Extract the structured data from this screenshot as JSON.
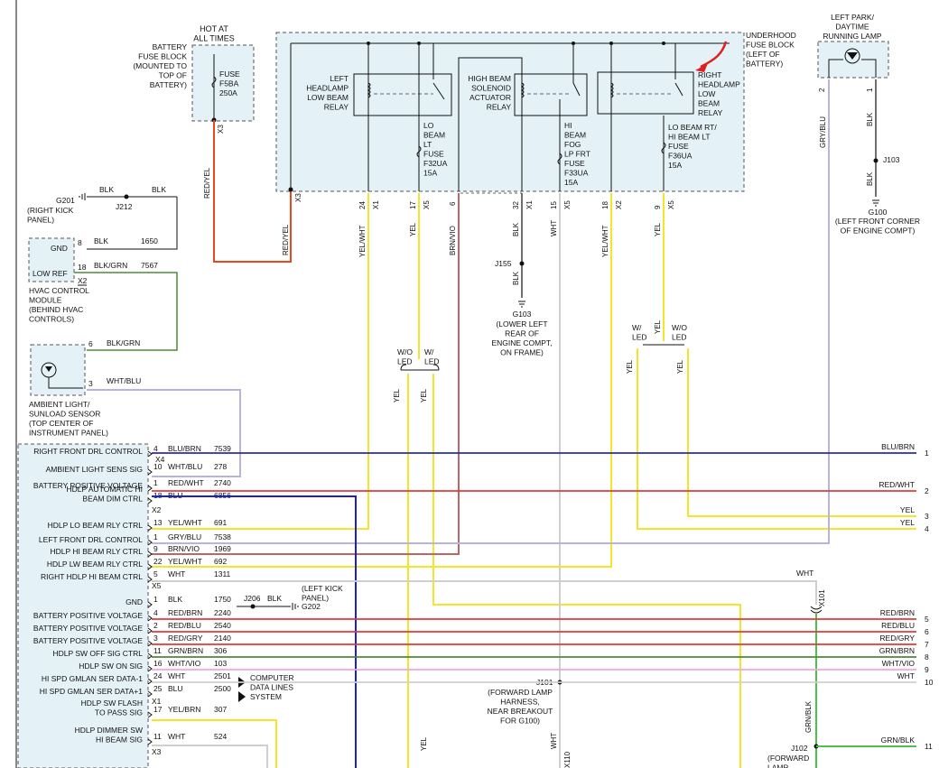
{
  "colors": {
    "red_yel": "#e8481c",
    "yel": "#f2e52a",
    "blu_brn": "#2b2bb0",
    "red_wht": "#e23a3a",
    "blu": "#1e1ecf",
    "gry_blu": "#b8b4dc",
    "brn_vio": "#b86868",
    "wht": "#cfcfcf",
    "blk_grn": "#4e8a38",
    "grn_brn": "#4e8a38",
    "wht_vio": "#f0a6dd",
    "grn_blk": "#4ec04e",
    "box_fill": "#e4f2f8",
    "annotation_arrow": "#e0201e"
  },
  "battery_block": {
    "hot": "HOT AT\nALL TIMES",
    "title": "BATTERY\nFUSE BLOCK\n(MOUNTED TO\nTOP OF\nBATTERY)",
    "fuse": "FUSE\nF5BA\n250A",
    "conn": "X3"
  },
  "underhood": {
    "title": "UNDERHOOD\nFUSE BLOCK\n(LEFT OF\nBATTERY)",
    "relay1": "LEFT\nHEADLAMP\nLOW BEAM\nRELAY",
    "relay2": "HIGH BEAM\nSOLENOID\nACTUATOR\nRELAY",
    "relay3": "RIGHT\nHEADLAMP\nLOW\nBEAM\nRELAY",
    "fuse1": "LO\nBEAM\nLT\nFUSE\nF32UA\n15A",
    "fuse2": "HI\nBEAM\nFOG\nLP FRT\nFUSE\nF33UA\n15A",
    "fuse3": "LO BEAM RT/\nHI BEAM LT\nFUSE\nF36UA\n15A",
    "conn_x3": "X3",
    "pins": [
      {
        "num": "24",
        "conn": "X1"
      },
      {
        "num": "17",
        "conn": "X5"
      },
      {
        "num": "6",
        "conn": ""
      },
      {
        "num": "32",
        "conn": "X1"
      },
      {
        "num": "15",
        "conn": "X5"
      },
      {
        "num": "18",
        "conn": "X2"
      },
      {
        "num": "9",
        "conn": "X5"
      }
    ]
  },
  "wire_labels": {
    "red_yel": "RED/YEL",
    "yel_wht": "YEL/WHT",
    "yel": "YEL",
    "brn_vio": "BRN/VIO",
    "blk": "BLK",
    "wht": "WHT",
    "gry_blu": "GRY/BLU",
    "grn_blk": "GRN/BLK",
    "wo_led": "W/O\nLED",
    "w_led": "W/\nLED"
  },
  "park_lamp": {
    "title": "LEFT PARK/\nDAYTIME\nRUNNING LAMP",
    "pin_left": "2",
    "pin_right": "1"
  },
  "grounds": {
    "g201": "G201",
    "g201_desc": "(RIGHT KICK\nPANEL)",
    "j212": "J212",
    "j155": "J155",
    "g103": "G103",
    "g103_desc": "(LOWER LEFT\nREAR OF\nENGINE COMPT,\nON FRAME)",
    "j103": "J103",
    "g100": "G100",
    "g100_desc": "(LEFT FRONT CORNER\nOF ENGINE COMPT)",
    "j206": "J206",
    "g202": "G202",
    "g202_desc": "(LEFT KICK\nPANEL)",
    "j101": "J101",
    "j101_desc": "(FORWARD LAMP\nHARNESS,\nNEAR BREAKOUT\nFOR G100)",
    "j102": "J102",
    "j102_desc": "(FORWARD\nLAMP"
  },
  "hvac": {
    "gnd": "GND",
    "low_ref": "LOW REF",
    "desc": "HVAC CONTROL\nMODULE\n(BEHIND HVAC\nCONTROLS)",
    "pin8": "8",
    "pin18": "18",
    "conn": "X2",
    "w1": "BLK",
    "w1c": "1650",
    "w2": "BLK/GRN",
    "w2c": "7567"
  },
  "sensor": {
    "desc": "AMBIENT LIGHT/\nSUNLOAD SENSOR\n(TOP CENTER OF\nINSTRUMENT PANEL)",
    "pin6": "6",
    "pin3": "3",
    "w6": "BLK/GRN",
    "w3": "WHT/BLU"
  },
  "bcm": {
    "title": "BODY CONTROL MODULE",
    "rows": [
      {
        "label": "RIGHT FRONT DRL CONTROL",
        "pin": "4",
        "wire": "BLU/BRN",
        "circuit": "7539"
      },
      {
        "label": "AMBIENT LIGHT SENS SIG",
        "pin": "10",
        "wire": "WHT/BLU",
        "circuit": "278"
      },
      {
        "label": "BATTERY POSITIVE VOLTAGE",
        "pin": "1",
        "wire": "RED/WHT",
        "circuit": "2740"
      },
      {
        "label": "HDLP AUTOMATIC HI\nBEAM DIM CTRL",
        "pin": "18",
        "wire": "BLU",
        "circuit": "6856"
      },
      {
        "label": "HDLP LO BEAM RLY CTRL",
        "pin": "13",
        "wire": "YEL/WHT",
        "circuit": "691"
      },
      {
        "label": "LEFT FRONT DRL CONTROL",
        "pin": "1",
        "wire": "GRY/BLU",
        "circuit": "7538"
      },
      {
        "label": "HDLP HI BEAM RLY CTRL",
        "pin": "9",
        "wire": "BRN/VIO",
        "circuit": "1969"
      },
      {
        "label": "HDLP LW BEAM RLY CTRL",
        "pin": "22",
        "wire": "YEL/WHT",
        "circuit": "692"
      },
      {
        "label": "RIGHT HDLP HI BEAM CTRL",
        "pin": "5",
        "wire": "WHT",
        "circuit": "1311"
      },
      {
        "label": "GND",
        "pin": "1",
        "wire": "BLK",
        "circuit": "1750"
      },
      {
        "label": "BATTERY POSITIVE VOLTAGE",
        "pin": "4",
        "wire": "RED/BRN",
        "circuit": "2240"
      },
      {
        "label": "BATTERY POSITIVE VOLTAGE",
        "pin": "2",
        "wire": "RED/BLU",
        "circuit": "2540"
      },
      {
        "label": "BATTERY POSITIVE VOLTAGE",
        "pin": "3",
        "wire": "RED/GRY",
        "circuit": "2140"
      },
      {
        "label": "HDLP SW OFF SIG CTRL",
        "pin": "11",
        "wire": "GRN/BRN",
        "circuit": "306"
      },
      {
        "label": "HDLP SW ON SIG",
        "pin": "16",
        "wire": "WHT/VIO",
        "circuit": "103"
      },
      {
        "label": "HI SPD GMLAN SER DATA-1",
        "pin": "24",
        "wire": "WHT",
        "circuit": "2501"
      },
      {
        "label": "HI SPD GMLAN SER DATA+1",
        "pin": "25",
        "wire": "BLU",
        "circuit": "2500"
      },
      {
        "label": "HDLP SW FLASH\nTO PASS SIG",
        "pin": "17",
        "wire": "YEL/BRN",
        "circuit": "307"
      },
      {
        "label": "HDLP DIMMER SW\nHI BEAM SIG",
        "pin": "11",
        "wire": "WHT",
        "circuit": "524"
      }
    ],
    "connectors": [
      "X4",
      "X2",
      "X5",
      "X1",
      "X3"
    ],
    "data_lines": "COMPUTER\nDATA LINES\nSYSTEM",
    "x101": "X101",
    "x110": "X110"
  },
  "outputs": [
    {
      "num": "1",
      "wire": "BLU/BRN"
    },
    {
      "num": "2",
      "wire": "RED/WHT"
    },
    {
      "num": "3",
      "wire": "YEL"
    },
    {
      "num": "4",
      "wire": "YEL"
    },
    {
      "num": "5",
      "wire": "RED/BRN"
    },
    {
      "num": "6",
      "wire": "RED/BLU"
    },
    {
      "num": "7",
      "wire": "RED/GRY"
    },
    {
      "num": "8",
      "wire": "GRN/BRN"
    },
    {
      "num": "9",
      "wire": "WHT/VIO"
    },
    {
      "num": "10",
      "wire": "WHT"
    },
    {
      "num": "11",
      "wire": "GRN/BLK"
    }
  ]
}
